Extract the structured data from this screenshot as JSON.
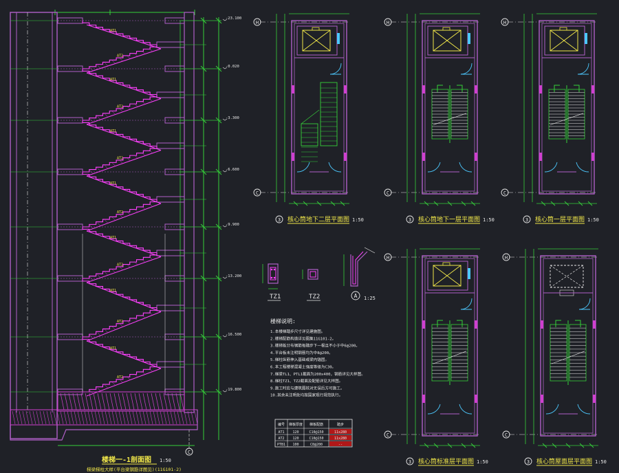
{
  "colors": {
    "background": "#1f2127",
    "wall": "#b060c8",
    "stair": "#ff40ff",
    "dimension": "#36d13a",
    "axis": "#e8e8e8",
    "elevator": "#f2e84a",
    "door": "#4cc9ff",
    "hatch": "#d040d0"
  },
  "section": {
    "title": "楼梯一-1剖面图",
    "scale": "1:50",
    "subtitle": "梯梁梯柱大样(平台梁钢筋详图见)(11G101-2)",
    "axis_bubble": "C",
    "elevations": [
      "-0.020",
      "-3.300",
      "-6.600",
      "-9.900",
      "-13.200",
      "-16.500",
      "-19.800",
      "-23.100"
    ]
  },
  "plans": [
    {
      "id": "p1",
      "title": "核心筒地下二层平面图",
      "scale": "1:50",
      "number": "3",
      "axis_top": "H",
      "axis_bottom": "C"
    },
    {
      "id": "p2",
      "title": "核心筒地下一层平面图",
      "scale": "1:50",
      "number": "3",
      "axis_top": "H",
      "axis_bottom": "C"
    },
    {
      "id": "p3",
      "title": "核心筒一层平面图",
      "scale": "1:50",
      "number": "3",
      "axis_top": "H",
      "axis_bottom": "C"
    },
    {
      "id": "p4",
      "title": "核心筒标准层平面图",
      "scale": "1:50",
      "number": "3",
      "axis_top": "H",
      "axis_bottom": "C"
    },
    {
      "id": "p5",
      "title": "核心筒屋面层平面图",
      "scale": "1:50",
      "number": "3",
      "axis_top": "H",
      "axis_bottom": "C"
    }
  ],
  "details": {
    "tz1": "TZ1",
    "tz2": "TZ2",
    "a_label": "A",
    "a_scale": "1:25"
  },
  "notes": {
    "title": "楼梯说明:",
    "items": [
      "1.本楼梯踏步尺寸详见建施图。",
      "2.楼梯配筋构造详见图集11G101-2。",
      "3.楼梯板分布钢筋每踏步下一根且不小于中6@200。",
      "4.平台板未注明钢筋均为中8@200。",
      "5.梯柱纵筋伸入基础或梁内锚固。",
      "6.本工程楼梯混凝土强度等级为C30。",
      "7.梯梁TL1、PTL1截面为200x400，钢筋详见大样图。",
      "8.梯柱TZ1、TZ2截面及配筋详见大样图。",
      "9.施工时应与建筑图核对无误后方可施工。",
      "10.其余未注明处均按国家现行规范执行。"
    ]
  },
  "table": {
    "headers": [
      "编号",
      "梯板厚度",
      "梯板配筋",
      "踏步"
    ],
    "rows": [
      [
        "AT1",
        "120",
        "C10@150",
        "11x280"
      ],
      [
        "AT2",
        "120",
        "C10@150",
        "11x280"
      ],
      [
        "PTB1",
        "100",
        "C8@200",
        "--"
      ]
    ]
  }
}
